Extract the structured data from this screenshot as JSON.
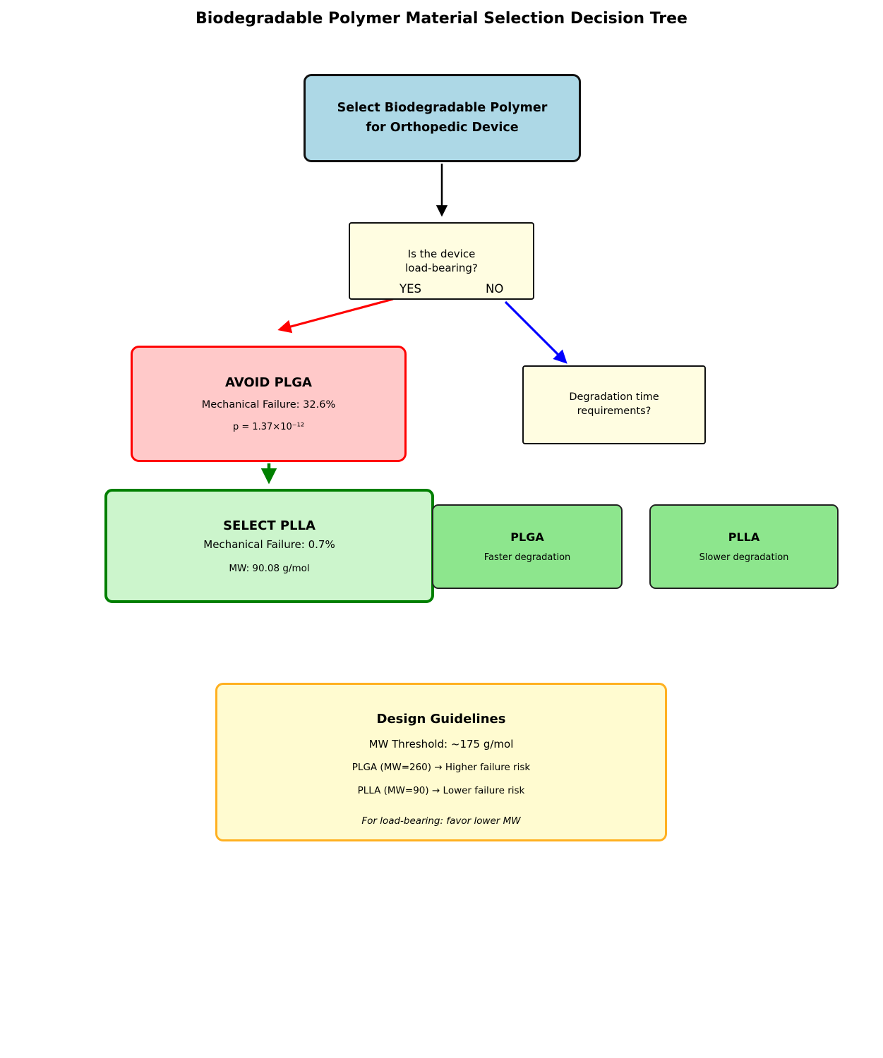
{
  "title": "Biodegradable Polymer Material Selection Decision Tree",
  "colors": {
    "root_fill": "#ADD8E6",
    "decision_fill": "#FFFDE1",
    "avoid_fill": "#FFC9C9",
    "avoid_border": "#FF0000",
    "select_fill": "#CCF5CC",
    "select_border": "#007F00",
    "info_fill": "#8DE68D",
    "guidelines_fill": "#FFFBD0",
    "guidelines_border": "#FFB020",
    "arrow_black": "#000000",
    "arrow_red": "#FF0000",
    "arrow_blue": "#0000FF",
    "arrow_green": "#008000"
  },
  "nodes": {
    "root": {
      "line1": "Select Biodegradable Polymer",
      "line2": "for Orthopedic Device"
    },
    "decision": {
      "line1": "Is the device",
      "line2": "load-bearing?",
      "yes_label": "YES",
      "no_label": "NO"
    },
    "avoid": {
      "title": "AVOID PLGA",
      "stat": "Mechanical Failure: 32.6%",
      "pvalue": "p = 1.37×10⁻¹²"
    },
    "degradation": {
      "line1": "Degradation time",
      "line2": "requirements?"
    },
    "select": {
      "title": "SELECT PLLA",
      "stat": "Mechanical Failure: 0.7%",
      "mw": "MW: 90.08 g/mol"
    },
    "plga_info": {
      "title": "PLGA",
      "subtitle": "Faster degradation"
    },
    "plla_info": {
      "title": "PLLA",
      "subtitle": "Slower degradation"
    }
  },
  "guidelines": {
    "title": "Design Guidelines",
    "line1": "MW Threshold: ~175 g/mol",
    "line2": "PLGA (MW=260) → Higher failure risk",
    "line3": "PLLA (MW=90) → Lower failure risk",
    "note": "For load-bearing: favor lower MW"
  }
}
